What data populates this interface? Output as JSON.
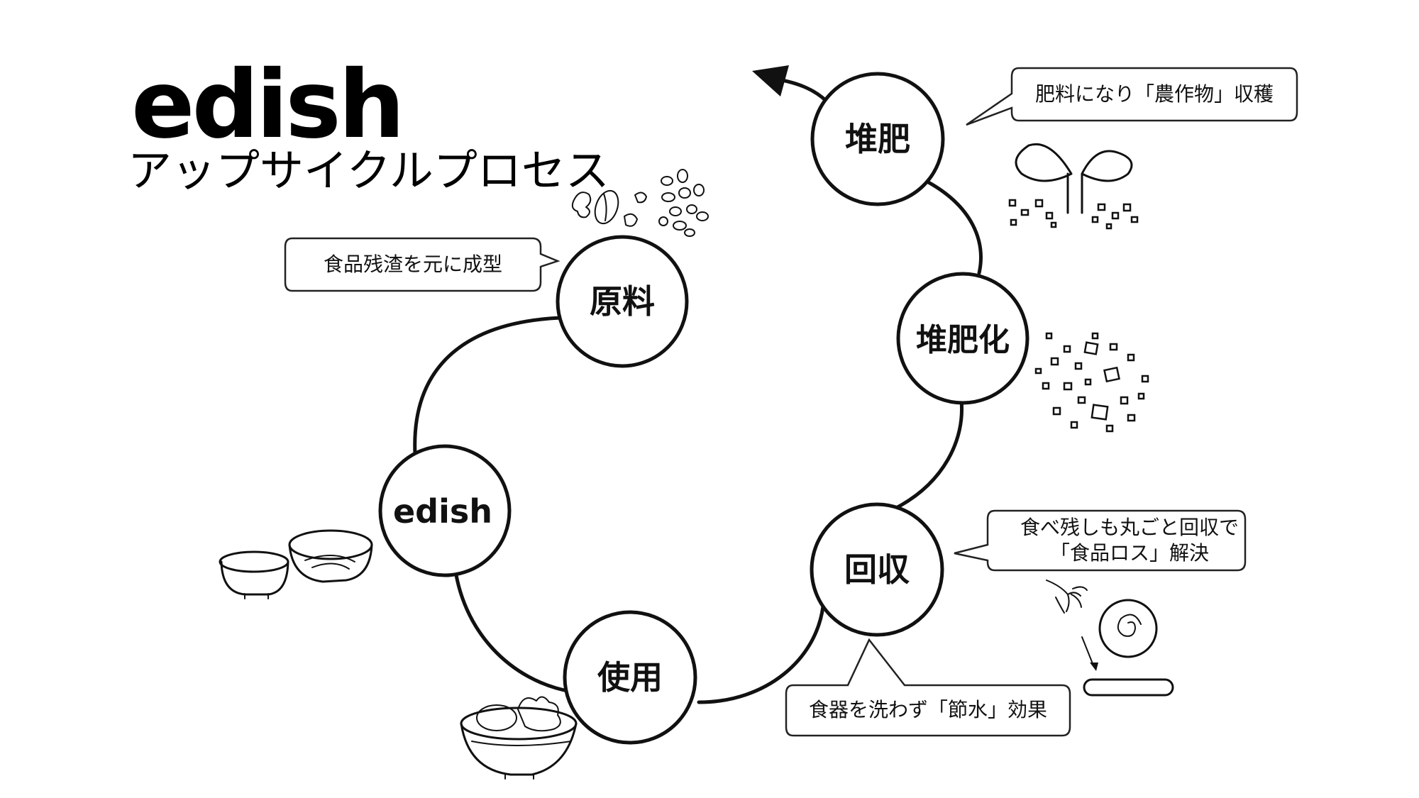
{
  "brand": {
    "logo": "edish",
    "subtitle": "アップサイクルプロセス"
  },
  "nodes": {
    "raw_material": "原料",
    "edish": "edish",
    "use": "使用",
    "collect": "回収",
    "composting": "堆肥化",
    "compost": "堆肥"
  },
  "callouts": {
    "raw_material": "食品残渣を元に成型",
    "compost": "肥料になり「農作物」収穫",
    "collect_line1": "食べ残しも丸ごと回収で",
    "collect_line2": "「食品ロス」解決",
    "water": "食器を洗わず「節水」効果"
  },
  "colors": {
    "ink": "#111111",
    "background": "#ffffff"
  },
  "icons": [
    "food-residue-illustration",
    "grains-illustration",
    "bowls-illustration",
    "salad-bowl-illustration",
    "hand-throw-illustration",
    "scrap-pile-illustration",
    "sprout-illustration",
    "compost-granules-illustration",
    "cycle-arrow-icon"
  ]
}
